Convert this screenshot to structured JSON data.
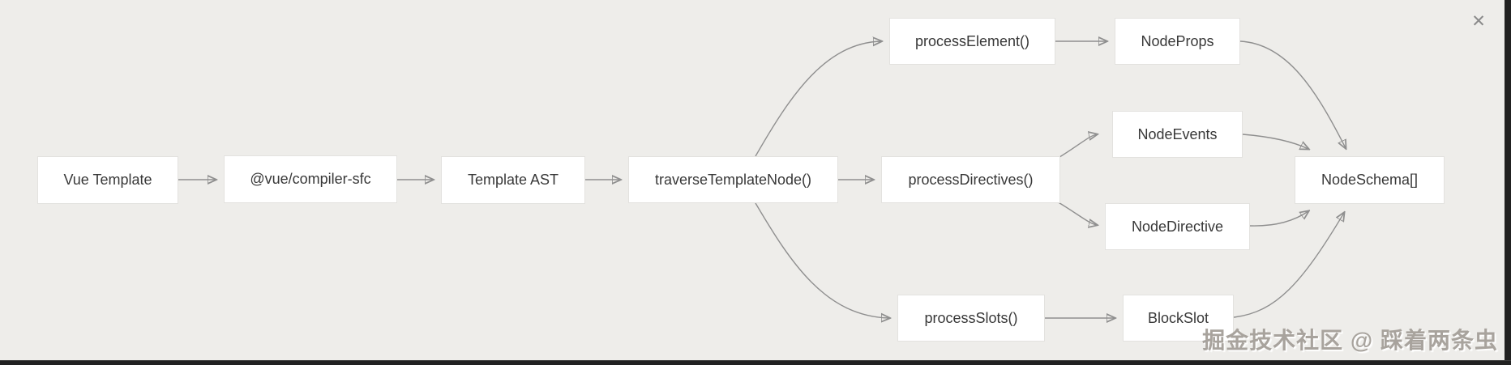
{
  "viewer": {
    "close_glyph": "✕"
  },
  "diagram": {
    "title_implied": "Vue template compile flow",
    "nodes": [
      {
        "id": "vue-template",
        "label": "Vue Template"
      },
      {
        "id": "compiler-sfc",
        "label": "@vue/compiler-sfc"
      },
      {
        "id": "template-ast",
        "label": "Template AST"
      },
      {
        "id": "traverse-template-node",
        "label": "traverseTemplateNode()"
      },
      {
        "id": "process-directives",
        "label": "processDirectives()"
      },
      {
        "id": "node-schema",
        "label": "NodeSchema[]"
      },
      {
        "id": "process-element",
        "label": "processElement()"
      },
      {
        "id": "node-props",
        "label": "NodeProps"
      },
      {
        "id": "node-events",
        "label": "NodeEvents"
      },
      {
        "id": "node-directive",
        "label": "NodeDirective"
      },
      {
        "id": "process-slots",
        "label": "processSlots()"
      },
      {
        "id": "block-slot",
        "label": "BlockSlot"
      }
    ],
    "edges": [
      {
        "from": "vue-template",
        "to": "compiler-sfc"
      },
      {
        "from": "compiler-sfc",
        "to": "template-ast"
      },
      {
        "from": "template-ast",
        "to": "traverse-template-node"
      },
      {
        "from": "traverse-template-node",
        "to": "process-element"
      },
      {
        "from": "traverse-template-node",
        "to": "process-directives"
      },
      {
        "from": "traverse-template-node",
        "to": "process-slots"
      },
      {
        "from": "process-element",
        "to": "node-props"
      },
      {
        "from": "process-directives",
        "to": "node-events"
      },
      {
        "from": "process-directives",
        "to": "node-directive"
      },
      {
        "from": "process-slots",
        "to": "block-slot"
      },
      {
        "from": "node-props",
        "to": "node-schema"
      },
      {
        "from": "node-events",
        "to": "node-schema"
      },
      {
        "from": "node-directive",
        "to": "node-schema"
      },
      {
        "from": "block-slot",
        "to": "node-schema"
      }
    ],
    "colors": {
      "canvas_bg": "#eeedea",
      "node_bg": "#ffffff",
      "node_border": "#e3e2df",
      "node_text": "#383838",
      "edge_stroke": "#8f8f8f",
      "frame_bar": "#212121",
      "watermark_text": "#a8a39d"
    }
  },
  "watermark": {
    "text": "掘金技术社区 @ 踩着两条虫"
  }
}
